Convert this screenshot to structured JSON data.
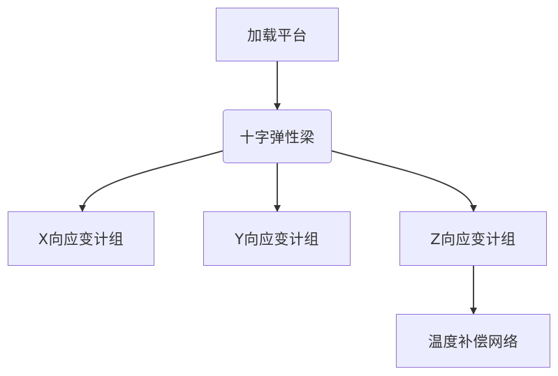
{
  "diagram": {
    "nodes": {
      "platform": {
        "label": "加载平台"
      },
      "beam": {
        "label": "十字弹性梁"
      },
      "x_gauge": {
        "label": "X向应变计组"
      },
      "y_gauge": {
        "label": "Y向应变计组"
      },
      "z_gauge": {
        "label": "Z向应变计组"
      },
      "temp_comp": {
        "label": "温度补偿网络"
      }
    },
    "edges": [
      {
        "from": "platform",
        "to": "beam"
      },
      {
        "from": "beam",
        "to": "x_gauge"
      },
      {
        "from": "beam",
        "to": "y_gauge"
      },
      {
        "from": "beam",
        "to": "z_gauge"
      },
      {
        "from": "z_gauge",
        "to": "temp_comp"
      }
    ],
    "colors": {
      "node_fill": "#ECECFF",
      "node_border": "#9370DB",
      "edge": "#333333",
      "text": "#333333"
    }
  }
}
